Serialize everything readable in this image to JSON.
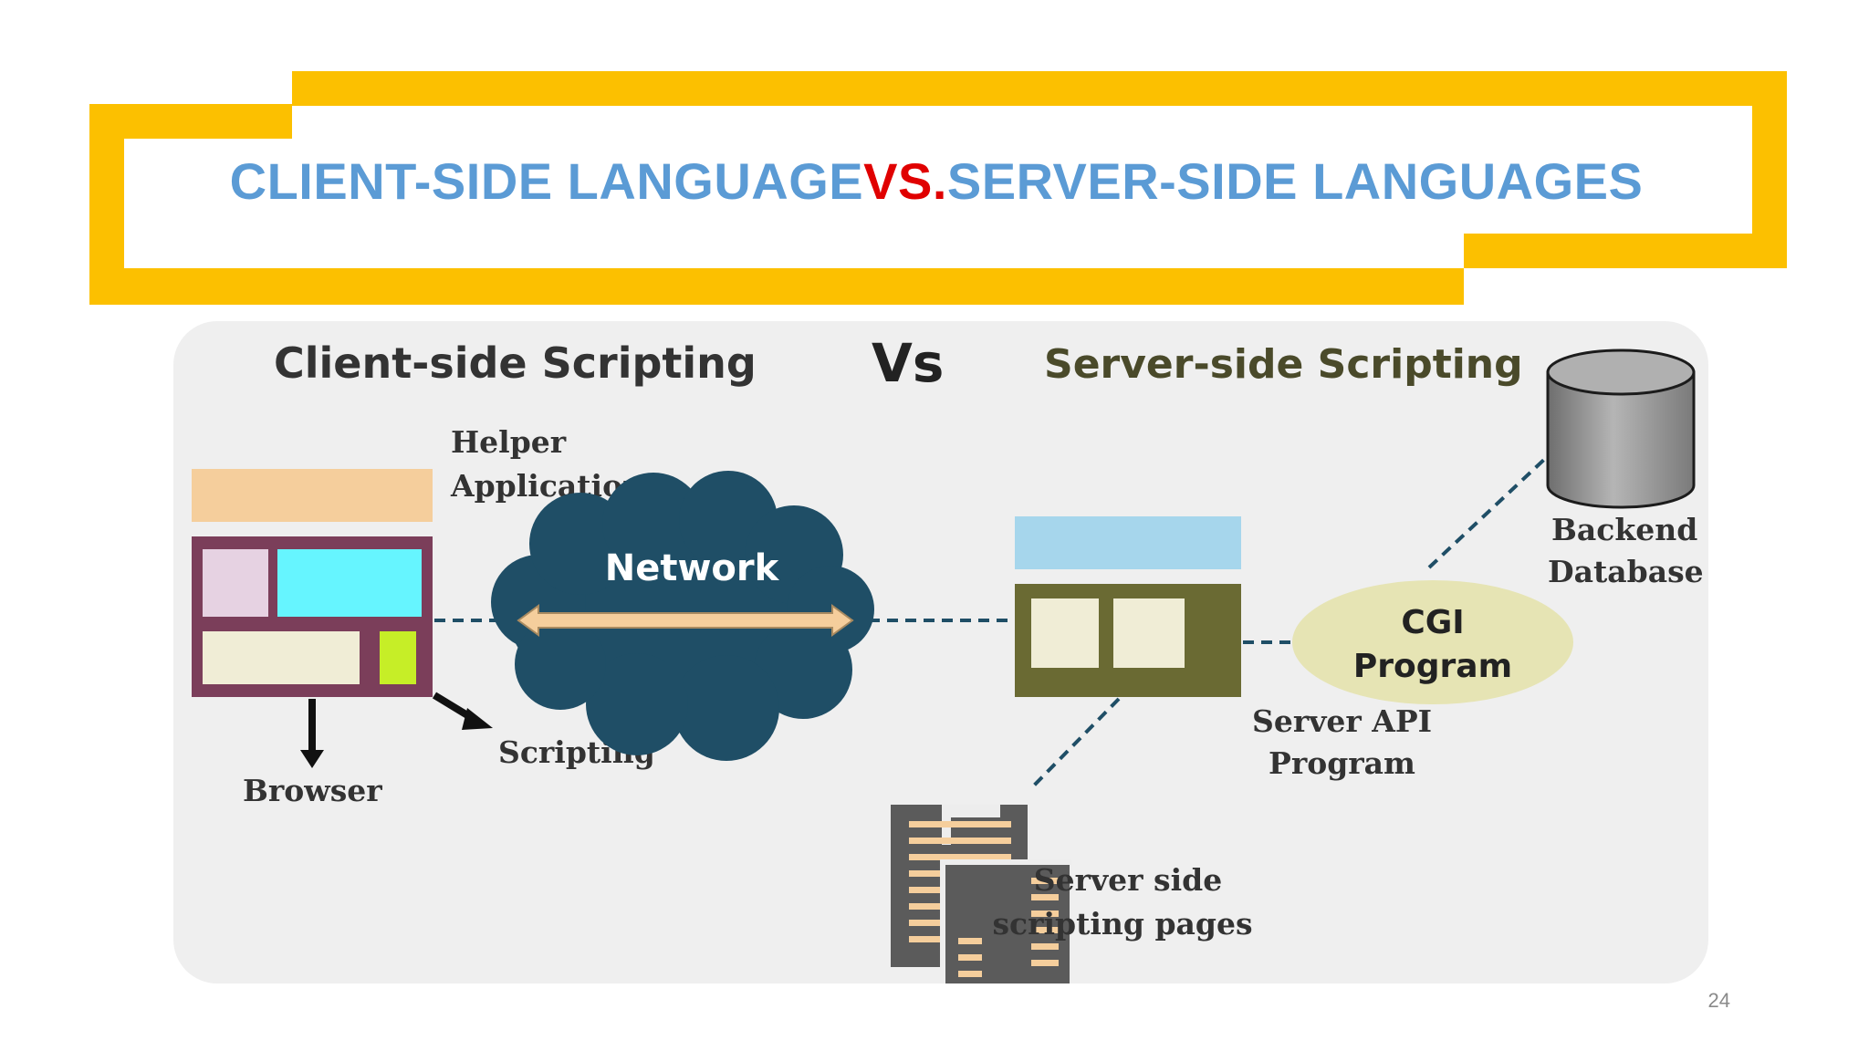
{
  "slide": {
    "title_part1": "CLIENT-SIDE LANGUAGE ",
    "title_vs": "VS.",
    "title_part2": " SERVER-SIDE LANGUAGES",
    "page_number": "24"
  },
  "diagram": {
    "client_heading": "Client-side Scripting",
    "vs_label": "Vs",
    "server_heading": "Server-side Scripting",
    "helper_label_line1": "Helper",
    "helper_label_line2": "Application",
    "network_label": "Network",
    "browser_label": "Browser",
    "scripting_label": "Scripting",
    "server_api_line1": "Server API",
    "server_api_line2": "Program",
    "cgi_line1": "CGI",
    "cgi_line2": "Program",
    "backend_line1": "Backend",
    "backend_line2": "Database",
    "pages_line1": "Server side",
    "pages_line2": "scripting pages"
  },
  "colors": {
    "frame_yellow": "#fcc000",
    "title_blue": "#5b9bd5",
    "vs_red": "#e00000",
    "network_teal": "#1f4e66",
    "browser_maroon": "#7b3e5a",
    "server_olive": "#6a6a33",
    "cgi_khaki": "#e6e4b4",
    "pages_gray": "#5b5b5b",
    "line_peach": "#f5ce9c"
  }
}
